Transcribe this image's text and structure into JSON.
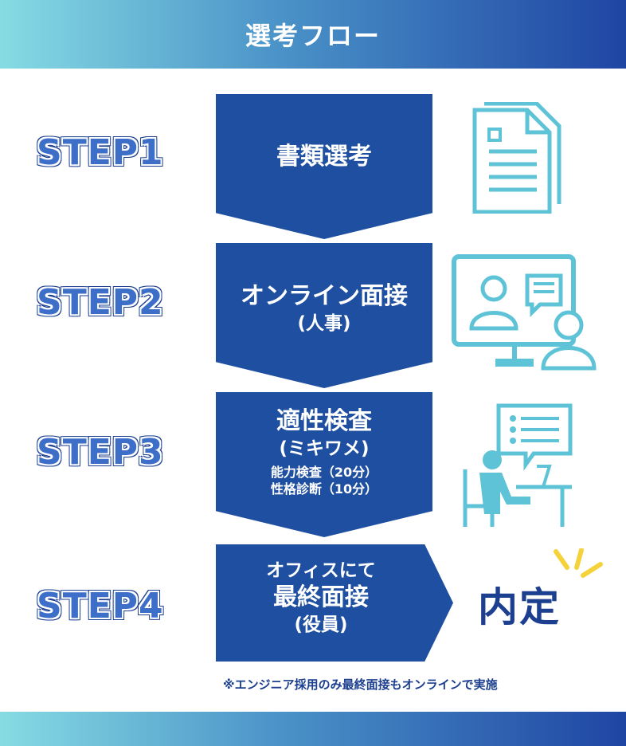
{
  "header": {
    "title": "選考フロー"
  },
  "steps": [
    {
      "label": "STEP1",
      "lines": [
        "書類選考"
      ],
      "icon": "document-icon"
    },
    {
      "label": "STEP2",
      "lines": [
        "オンライン面接",
        "(人事)"
      ],
      "icon": "online-interview-icon"
    },
    {
      "label": "STEP3",
      "lines": [
        "適性検査",
        "(ミキワメ)",
        "能力検査（20分）",
        "性格診断（10分）"
      ],
      "icon": "person-at-laptop-icon"
    },
    {
      "label": "STEP4",
      "lines": [
        "オフィスにて",
        "最終面接",
        "(役員)"
      ],
      "icon": "office-interview"
    }
  ],
  "result": {
    "label": "内定",
    "icon": "burst-icon"
  },
  "note": "※エンジニア採用のみ最終面接もオンラインで実施",
  "colors": {
    "primary": "#1f4fa0",
    "accent_light": "#5ec3d6",
    "burst": "#f5d23a"
  }
}
